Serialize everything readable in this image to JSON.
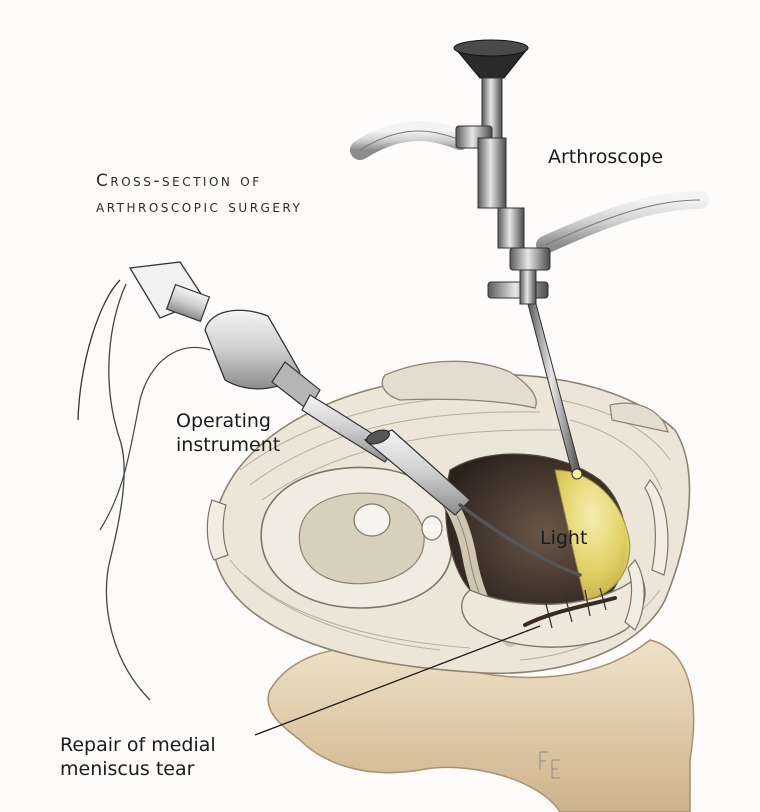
{
  "title": {
    "line1": "Cross-section of",
    "line2": "arthroscopic surgery"
  },
  "labels": {
    "arthroscope": "Arthroscope",
    "operating_instrument": [
      "Operating",
      "instrument"
    ],
    "light": "Light",
    "repair": [
      "Repair of medial",
      "meniscus tear"
    ]
  },
  "colors": {
    "tissue": "#e9e3d6",
    "tissue_shadow": "#c9c0ad",
    "bone": "#e4d2b3",
    "metal_dark": "#2e2e2e",
    "metal_light": "#d9d9d9",
    "light_glow": "#f2e68a",
    "tear": "#3a2a22"
  }
}
